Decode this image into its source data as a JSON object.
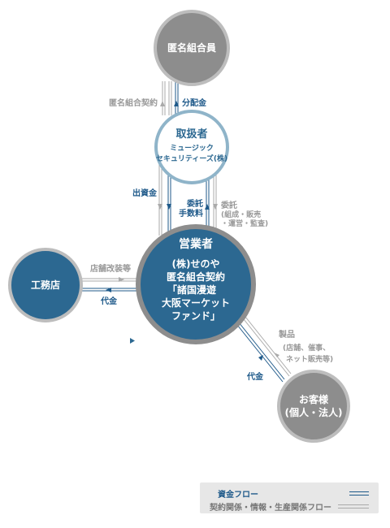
{
  "nodes": {
    "investor": "匿名組合員",
    "handler_title": "取扱者",
    "handler_sub1": "ミュージック",
    "handler_sub2": "セキュリティーズ(株)",
    "operator_title": "営業者",
    "operator_line1": "(株)せのや",
    "operator_line2": "匿名組合契約",
    "operator_line3": "「諸国漫遊",
    "operator_line4": "大阪マーケット",
    "operator_line5": "ファンド」",
    "contractor": "工務店",
    "customer_line1": "お客様",
    "customer_line2": "(個人・法人)"
  },
  "labels": {
    "contract": "匿名組合契約",
    "distribution": "分配金",
    "investment": "出資金",
    "commission_line1": "委託",
    "commission_line2": "手数料",
    "consign": "委託",
    "consign_detail1": "(組成・販売",
    "consign_detail2": "・運営・監査)",
    "renovation": "店舗改装等",
    "payment_contractor": "代金",
    "products": "製品",
    "products_detail1": "(店舗、催事、",
    "products_detail2": "ネット販売等)",
    "payment_customer": "代金"
  },
  "legend": {
    "money_flow": "資金フロー",
    "contract_flow": "契約関係・情報・生産関係フロー"
  },
  "colors": {
    "node_dark": "#2c6891",
    "node_gray": "#8d8d8d",
    "money_flow": "#1f5a8a",
    "info_flow": "#aaaaaa"
  }
}
